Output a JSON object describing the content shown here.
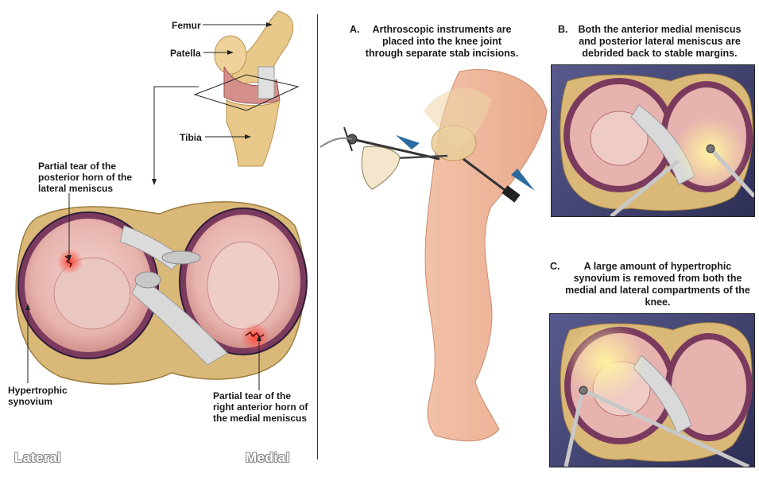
{
  "left": {
    "anatomy_labels": {
      "femur": "Femur",
      "patella": "Patella",
      "tibia": "Tibia"
    },
    "annotations": {
      "lateral_tear": "Partial tear of the posterior horn of the lateral meniscus",
      "medial_tear": "Partial tear of the right anterior horn of the medial meniscus",
      "synovium": "Hypertrophic synovium"
    },
    "side_labels": {
      "lateral": "Lateral",
      "medial": "Medial"
    }
  },
  "step_a": {
    "letter": "A.",
    "caption": "Arthroscopic instruments are placed into the knee joint through separate stab incisions."
  },
  "step_b": {
    "letter": "B.",
    "caption": "Both the anterior medial meniscus and posterior lateral meniscus are debrided back to stable margins."
  },
  "step_c": {
    "letter": "C.",
    "caption": "A large amount of hypertrophic synovium is removed from both the medial and lateral compartments of the knee."
  },
  "colors": {
    "bone": "#e8c98a",
    "meniscus": "#e7b3ae",
    "synovium": "#7a3a5e",
    "ligament": "#d9d9d9",
    "tear": "#e0312a",
    "panel_bg": "#3d3f6e"
  }
}
